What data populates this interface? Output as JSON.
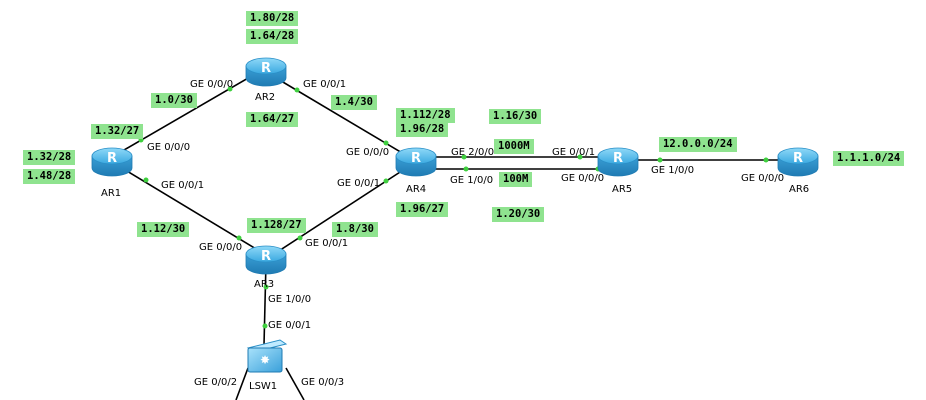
{
  "devices": {
    "ar1": {
      "name": "AR1",
      "glyph": "R"
    },
    "ar2": {
      "name": "AR2",
      "glyph": "R"
    },
    "ar3": {
      "name": "AR3",
      "glyph": "R"
    },
    "ar4": {
      "name": "AR4",
      "glyph": "R"
    },
    "ar5": {
      "name": "AR5",
      "glyph": "R"
    },
    "ar6": {
      "name": "AR6",
      "glyph": "R"
    },
    "lsw1": {
      "name": "LSW1"
    }
  },
  "ports": {
    "ar2_ge000": "GE 0/0/0",
    "ar2_ge001": "GE 0/0/1",
    "ar1_ge000": "GE 0/0/0",
    "ar1_ge001": "GE 0/0/1",
    "ar3_ge000": "GE 0/0/0",
    "ar3_ge001": "GE 0/0/1",
    "ar3_ge100": "GE 1/0/0",
    "ar4_ge000": "GE 0/0/0",
    "ar4_ge001": "GE 0/0/1",
    "ar4_ge200": "GE 2/0/0",
    "ar4_ge100": "GE 1/0/0",
    "ar5_ge001": "GE 0/0/1",
    "ar5_ge000": "GE 0/0/0",
    "ar5_ge100": "GE 1/0/0",
    "ar6_ge000": "GE 0/0/0",
    "lsw1_ge001": "GE 0/0/1",
    "lsw1_ge002": "GE 0/0/2",
    "lsw1_ge003": "GE 0/0/3"
  },
  "notes": {
    "ar2_lo1": "1.80/28",
    "ar2_lo2": "1.64/28",
    "ar1_ar2_link": "1.0/30",
    "ar2_ar4_link": "1.4/30",
    "ar2_ar3_area": "1.64/27",
    "ar1_ar3_area": "1.32/27",
    "ar1_lo1": "1.32/28",
    "ar1_lo2": "1.48/28",
    "ar1_ar3_link": "1.12/30",
    "ar3_lo": "1.128/27",
    "ar3_ar4_link": "1.8/30",
    "ar4_lo1": "1.112/28",
    "ar4_lo2": "1.96/28",
    "ar4_area": "1.96/27",
    "ar4_ar5_top": "1.16/30",
    "ar4_ar5_bottom": "1.20/30",
    "bw_top": "1000M",
    "bw_bottom": "100M",
    "ar5_ar6_link": "12.0.0.0/24",
    "ar6_lo": "1.1.1.0/24"
  },
  "colors": {
    "note_bg": "#8fe38f",
    "router_fill": "#4fb8ea",
    "router_dark": "#2a8fc7",
    "link": "#000000",
    "port_dot": "#3fcf3f"
  }
}
